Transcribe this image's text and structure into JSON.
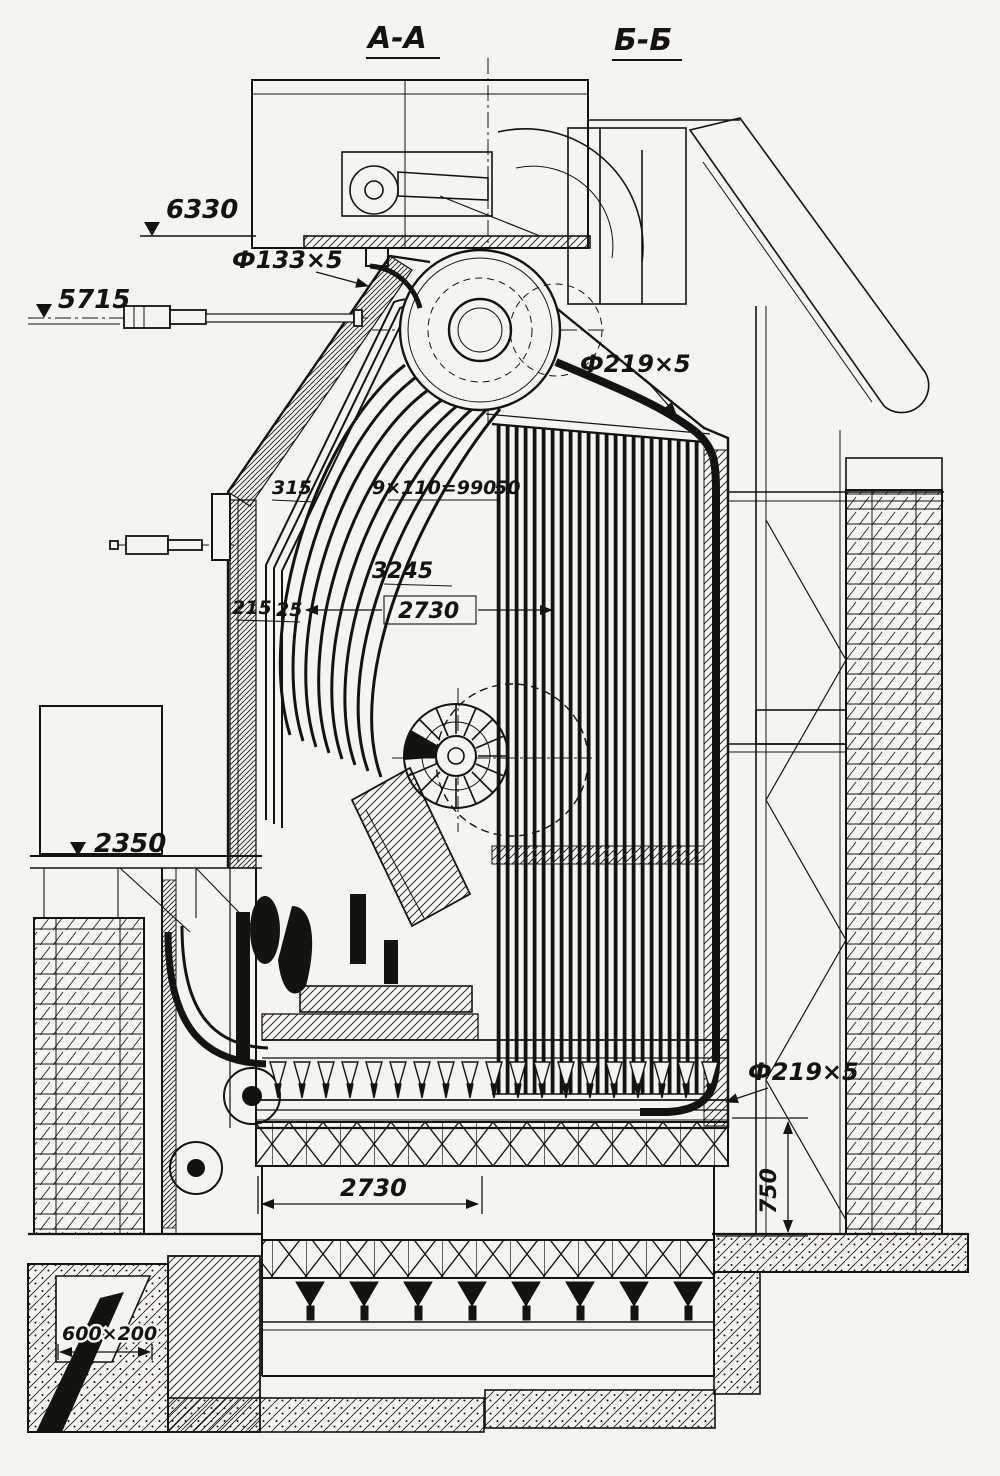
{
  "page": {
    "background": "#f6f4ee",
    "ink": "#15130f"
  },
  "sections": {
    "left": "А-А",
    "right": "Б-Б"
  },
  "elevations": {
    "e1": "6330",
    "e2": "5715",
    "e3": "2350"
  },
  "pipes": {
    "top": "Ф133×5",
    "upper_right": "Ф219×5",
    "lower_right": "Ф219×5"
  },
  "dims": {
    "w_furnace": "2730",
    "w_grate": "2730",
    "h_bank": "3245",
    "pitch": "9×110=990",
    "d315": "315",
    "d215": "215",
    "d25": "25",
    "d50": "50",
    "d750": "750",
    "chute": "600×200"
  }
}
